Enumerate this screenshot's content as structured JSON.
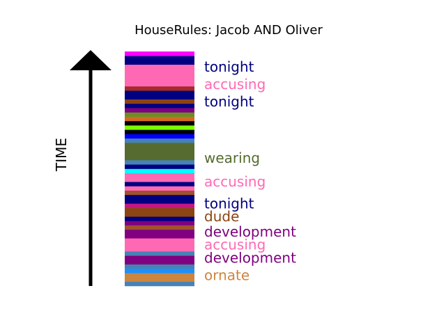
{
  "chart_data": {
    "type": "bar",
    "title": "HouseRules: Jacob AND Oliver",
    "ylabel": "TIME",
    "stack_order": "bottom-to-top",
    "segments": [
      {
        "color": "#4682B4",
        "height": 1
      },
      {
        "color": "#CD853F",
        "height": 2
      },
      {
        "color": "#1E90FF",
        "height": 1
      },
      {
        "color": "#4682B4",
        "height": 1
      },
      {
        "color": "#800080",
        "height": 2
      },
      {
        "color": "#4682B4",
        "height": 1
      },
      {
        "color": "#FF69B4",
        "height": 3
      },
      {
        "color": "#800080",
        "height": 2
      },
      {
        "color": "#A0522D",
        "height": 1
      },
      {
        "color": "#800080",
        "height": 1
      },
      {
        "color": "#000080",
        "height": 1
      },
      {
        "color": "#8B4513",
        "height": 2
      },
      {
        "color": "#C71585",
        "height": 1
      },
      {
        "color": "#000080",
        "height": 2
      },
      {
        "color": "#A0522D",
        "height": 1
      },
      {
        "color": "#FF69B4",
        "height": 1
      },
      {
        "color": "#000080",
        "height": 1
      },
      {
        "color": "#FF69B4",
        "height": 2
      },
      {
        "color": "#00FFFF",
        "height": 1
      },
      {
        "color": "#000080",
        "height": 1
      },
      {
        "color": "#4682B4",
        "height": 1
      },
      {
        "color": "#556B2F",
        "height": 4
      },
      {
        "color": "#4682B4",
        "height": 1
      },
      {
        "color": "#0000FF",
        "height": 1
      },
      {
        "color": "#000000",
        "height": 1
      },
      {
        "color": "#7CFC00",
        "height": 1
      },
      {
        "color": "#000000",
        "height": 1
      },
      {
        "color": "#D2691E",
        "height": 1
      },
      {
        "color": "#6B8E23",
        "height": 1
      },
      {
        "color": "#800080",
        "height": 1
      },
      {
        "color": "#000080",
        "height": 1
      },
      {
        "color": "#8B4513",
        "height": 1
      },
      {
        "color": "#000080",
        "height": 2
      },
      {
        "color": "#A52A2A",
        "height": 1
      },
      {
        "color": "#FF69B4",
        "height": 5
      },
      {
        "color": "#000080",
        "height": 2
      },
      {
        "color": "#FF00FF",
        "height": 1
      }
    ],
    "labels": [
      {
        "text": "ornate",
        "color": "#CD853F",
        "position": 2.5
      },
      {
        "text": "development",
        "color": "#800080",
        "position": 6.5
      },
      {
        "text": "accusing",
        "color": "#FF69B4",
        "position": 9.5
      },
      {
        "text": "development",
        "color": "#800080",
        "position": 12.5
      },
      {
        "text": "dude",
        "color": "#8B4513",
        "position": 16
      },
      {
        "text": "tonight",
        "color": "#000080",
        "position": 19
      },
      {
        "text": "accusing",
        "color": "#FF69B4",
        "position": 24
      },
      {
        "text": "wearing",
        "color": "#556B2F",
        "position": 29.5
      },
      {
        "text": "tonight",
        "color": "#000080",
        "position": 42.5
      },
      {
        "text": "accusing",
        "color": "#FF69B4",
        "position": 46.5
      },
      {
        "text": "tonight",
        "color": "#000080",
        "position": 50.5
      }
    ]
  }
}
